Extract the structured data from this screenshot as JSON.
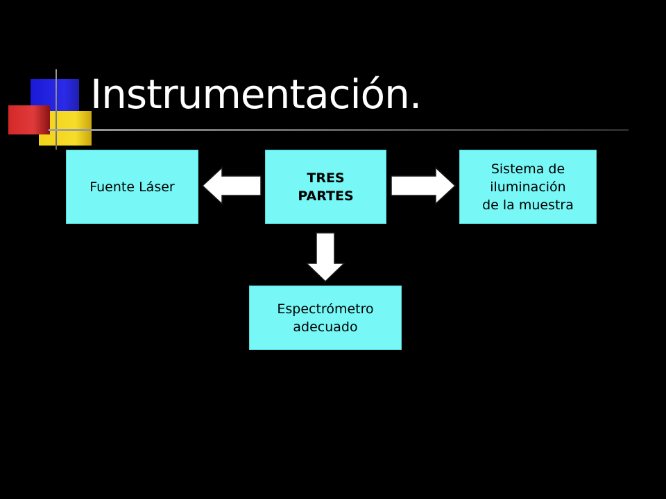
{
  "slide": {
    "title": "Instrumentación."
  },
  "diagram": {
    "center": {
      "label": "TRES\nPARTES"
    },
    "left": {
      "label": "Fuente Láser"
    },
    "right": {
      "label": "Sistema de\niluminación\nde la muestra"
    },
    "bottom": {
      "label": "Espectrómetro\nadecuado"
    }
  },
  "colors": {
    "background": "#000000",
    "box_fill": "#77f7f6",
    "arrow_fill": "#ffffff",
    "title": "#ffffff"
  }
}
